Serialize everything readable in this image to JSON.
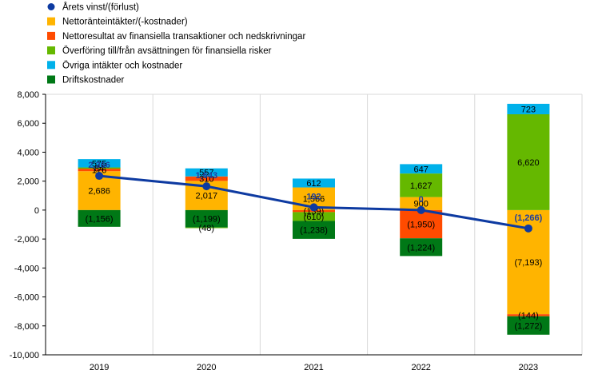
{
  "chart_data": {
    "type": "bar",
    "stacked": true,
    "categories": [
      "2019",
      "2020",
      "2021",
      "2022",
      "2023"
    ],
    "ylim": [
      -10000,
      8000
    ],
    "yticks": [
      8000,
      6000,
      4000,
      2000,
      0,
      -2000,
      -4000,
      -6000,
      -8000,
      -10000
    ],
    "ytick_labels": [
      "8,000",
      "6,000",
      "4,000",
      "2,000",
      "0",
      "-2,000",
      "-4,000",
      "-6,000",
      "-8,000",
      "-10,000"
    ],
    "grid": "vertical separators between categories",
    "legend_position": "top-left",
    "series": [
      {
        "name": "Nettoränteintäkter/(-kostnader)",
        "color": "#ffb400",
        "values": [
          2686,
          2017,
          1566,
          900,
          -7193
        ],
        "labels": [
          "2,686",
          "2,017",
          "1,566",
          "900",
          "(7,193)"
        ]
      },
      {
        "name": "Nettoresultat av finansiella transaktioner och nedskrivningar",
        "color": "#ff4b00",
        "values": [
          176,
          310,
          -139,
          -1950,
          -144
        ],
        "labels": [
          "176",
          "310",
          "(139)",
          "(1,950)",
          "(144)"
        ]
      },
      {
        "name": "Överföring till/från avsättningen för finansiella risker",
        "color": "#65b800",
        "values": [
          84,
          0,
          -610,
          1627,
          6620
        ],
        "labels": [
          "84",
          "",
          "(610)",
          "1,627",
          "6,620"
        ]
      },
      {
        "name": "Övriga intäkter och kostnader",
        "color": "#00b1ea",
        "values": [
          575,
          557,
          612,
          647,
          723
        ],
        "labels": [
          "575",
          "557",
          "612",
          "647",
          "723"
        ]
      },
      {
        "name": "Driftskostnader",
        "color": "#007816",
        "values": [
          -1156,
          -1199,
          -1238,
          -1224,
          -1272
        ],
        "labels": [
          "(1,156)",
          "(1,199)",
          "(1,238)",
          "(1,224)",
          "(1,272)"
        ]
      },
      {
        "name": "Överföring till/från avsättningen för finansiella risker (negativ)",
        "color": "#65b800",
        "values": [
          0,
          -48,
          0,
          0,
          0
        ],
        "labels": [
          "",
          "(48)",
          "",
          "",
          ""
        ]
      }
    ],
    "line": {
      "name": "Årets vinst/(förlust)",
      "color": "#0d3aa1",
      "values": [
        2366,
        1643,
        192,
        0,
        -1266
      ],
      "labels": [
        "2,366",
        "1,643",
        "192",
        "0",
        "(1,266)"
      ]
    },
    "legend": [
      {
        "name": "Årets vinst/(förlust)",
        "marker": "dot",
        "color": "#0d3aa1"
      },
      {
        "name": "Nettoränteintäkter/(-kostnader)",
        "marker": "square",
        "color": "#ffb400"
      },
      {
        "name": "Nettoresultat av finansiella transaktioner och nedskrivningar",
        "marker": "square",
        "color": "#ff4b00"
      },
      {
        "name": "Överföring till/från avsättningen för finansiella risker",
        "marker": "square",
        "color": "#65b800"
      },
      {
        "name": "Övriga intäkter och kostnader",
        "marker": "square",
        "color": "#00b1ea"
      },
      {
        "name": "Driftskostnader",
        "marker": "square",
        "color": "#007816"
      }
    ]
  }
}
